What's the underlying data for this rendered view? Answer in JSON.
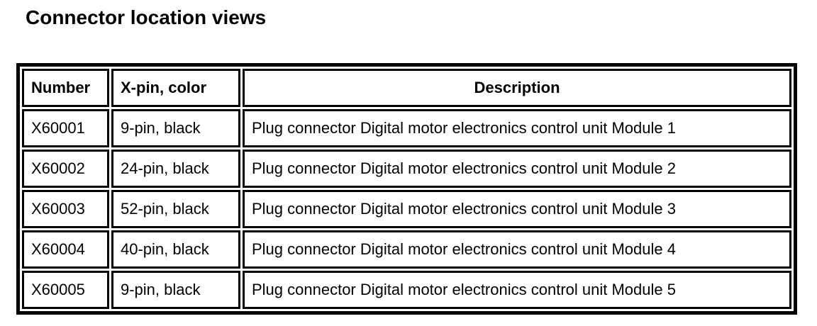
{
  "page": {
    "title": "Connector location views"
  },
  "table": {
    "columns": [
      {
        "key": "number",
        "label": "Number"
      },
      {
        "key": "pin_color",
        "label": "X-pin, color"
      },
      {
        "key": "description",
        "label": "Description"
      }
    ],
    "rows": [
      {
        "number": "X60001",
        "pin_color": "9-pin, black",
        "description": "Plug connector Digital motor electronics control unit Module 1"
      },
      {
        "number": "X60002",
        "pin_color": "24-pin, black",
        "description": "Plug connector Digital motor electronics control unit Module 2"
      },
      {
        "number": "X60003",
        "pin_color": "52-pin, black",
        "description": "Plug connector Digital motor electronics control unit Module 3"
      },
      {
        "number": "X60004",
        "pin_color": "40-pin, black",
        "description": "Plug connector Digital motor electronics control unit Module 4"
      },
      {
        "number": "X60005",
        "pin_color": "9-pin, black",
        "description": "Plug connector Digital motor electronics control unit Module 5"
      }
    ]
  },
  "colors": {
    "text": "#000000",
    "border": "#000000",
    "background": "#ffffff"
  }
}
